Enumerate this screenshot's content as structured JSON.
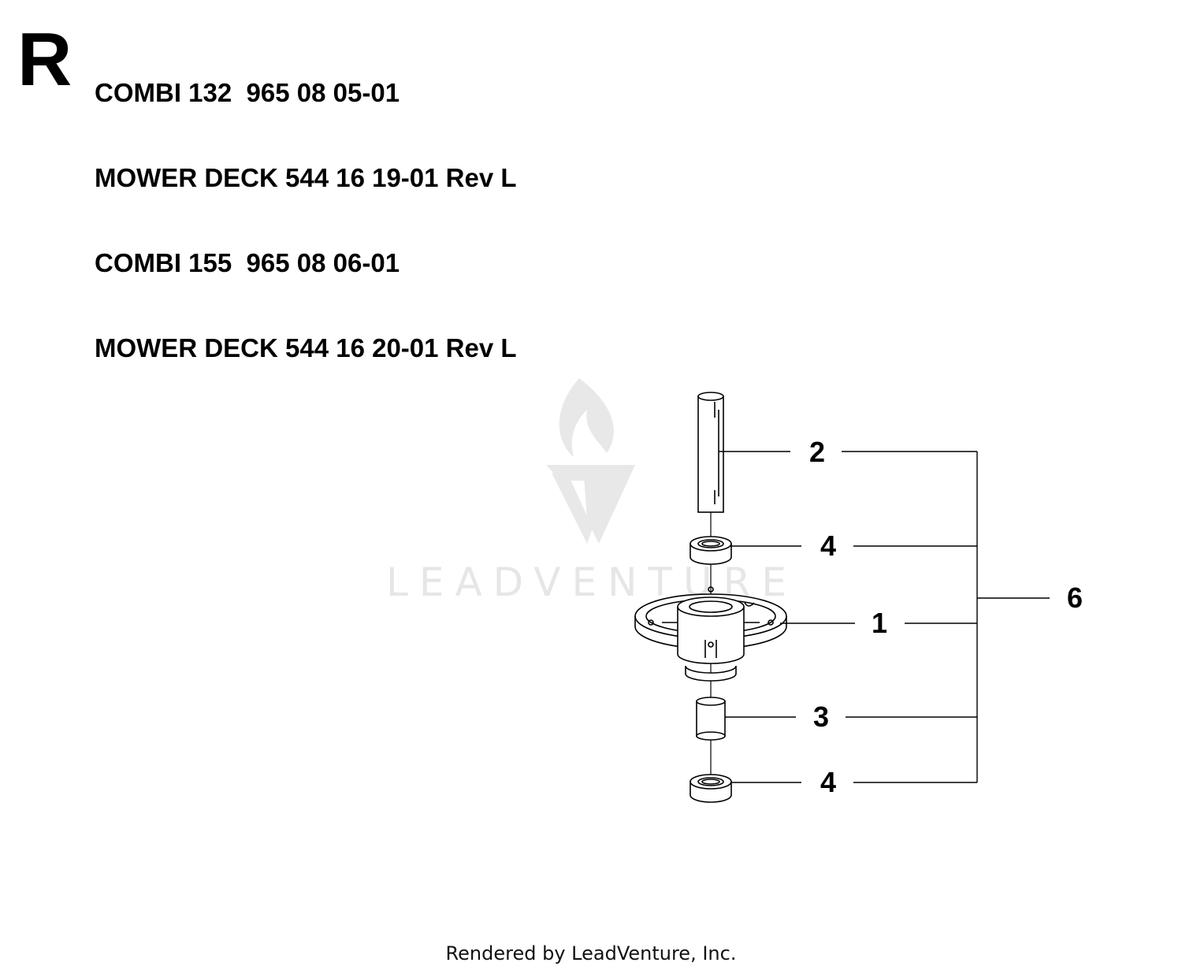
{
  "section_letter": "R",
  "header_lines": [
    "COMBI 132  965 08 05-01",
    "MOWER DECK 544 16 19-01 Rev L",
    "COMBI 155  965 08 06-01",
    "MOWER DECK 544 16 20-01 Rev L"
  ],
  "callouts": {
    "shaft": "2",
    "bearing_top": "4",
    "housing": "1",
    "spacer": "3",
    "bearing_bottom": "4",
    "assembly": "6"
  },
  "watermark": {
    "text": "LEADVENTURE",
    "icon": "leadventure-flame-logo"
  },
  "footer": "Rendered by LeadVenture, Inc.",
  "colors": {
    "line": "#000000",
    "watermark": "#e6e6e6",
    "part_fill": "#ffffff"
  }
}
